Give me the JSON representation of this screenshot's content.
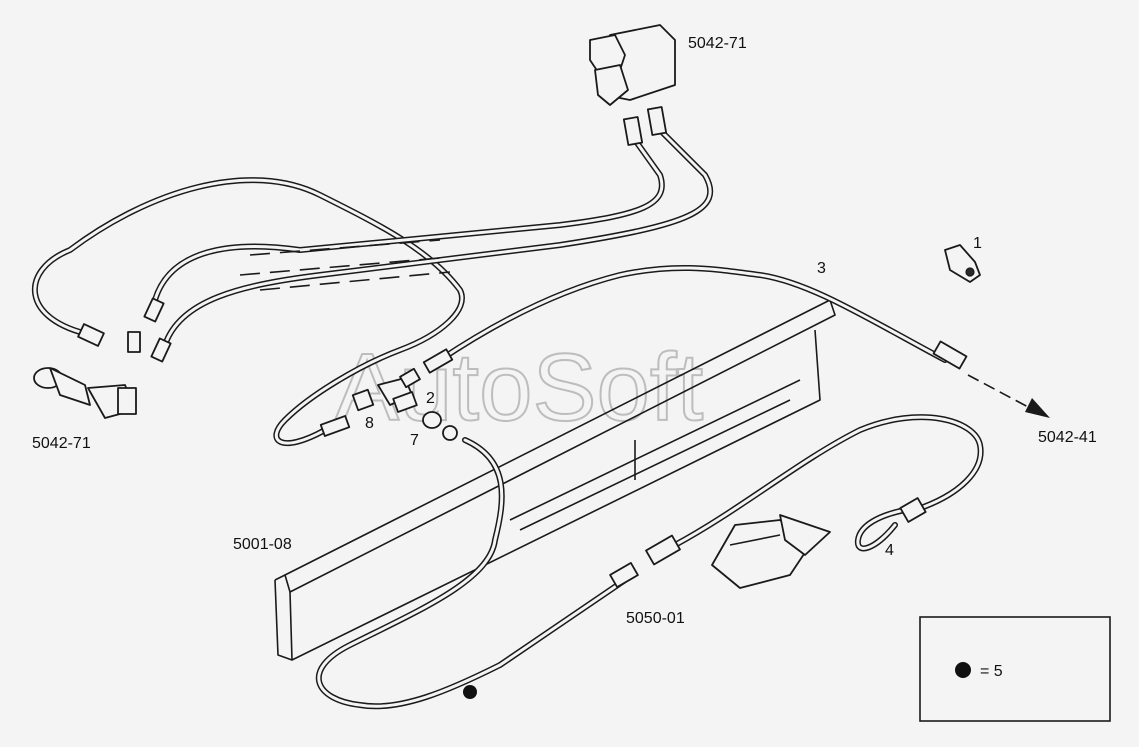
{
  "watermark": "AutoSoft",
  "labels": {
    "assembly_5042_71_top": "5042-71",
    "assembly_5042_71_left": "5042-71",
    "assembly_5042_41": "5042-41",
    "assembly_5001_08": "5001-08",
    "assembly_5050_01": "5050-01",
    "callout_1": "1",
    "callout_2": "2",
    "callout_3": "3",
    "callout_4": "4",
    "callout_7": "7",
    "callout_8": "8"
  },
  "legend": {
    "text": "= 5"
  },
  "colors": {
    "ink": "#1a1a1a",
    "paper": "#f4f4f4",
    "watermark": "#bdbdbd"
  }
}
